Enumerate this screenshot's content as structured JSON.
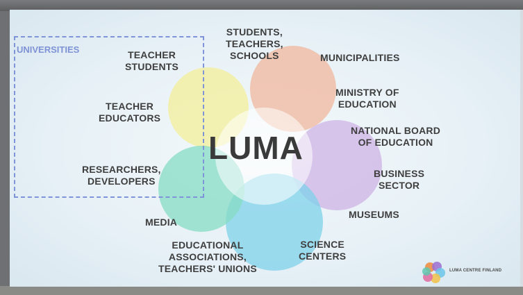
{
  "diagram": {
    "center_label": "LUMA",
    "group_label": "UNIVERSITIES",
    "nodes": {
      "students_teachers_schools": "STUDENTS,\nTEACHERS,\nSCHOOLS",
      "municipalities": "MUNICIPALITIES",
      "ministry_of_education": "MINISTRY OF\nEDUCATION",
      "national_board_of_education": "NATIONAL BOARD\nOF EDUCATION",
      "business_sector": "BUSINESS\nSECTOR",
      "museums": "MUSEUMS",
      "science_centers": "SCIENCE\nCENTERS",
      "educational_associations": "EDUCATIONAL\nASSOCIATIONS,\nTEACHERS' UNIONS",
      "media": "MEDIA",
      "researchers_developers": "RESEARCHERS,\nDEVELOPERS",
      "teacher_educators": "TEACHER\nEDUCATORS",
      "teacher_students": "TEACHER\nSTUDENTS"
    },
    "petal_colors": [
      "#f3ef9a",
      "#f0b79c",
      "#cdb3e6",
      "#7fd2ea",
      "#86dcc4"
    ]
  },
  "logo": {
    "text": "LUMA CENTRE FINLAND",
    "colors": [
      "#f08a3c",
      "#9b6fd0",
      "#6cc6e8",
      "#f2c24a",
      "#e06aa0",
      "#5fc8b0"
    ]
  }
}
